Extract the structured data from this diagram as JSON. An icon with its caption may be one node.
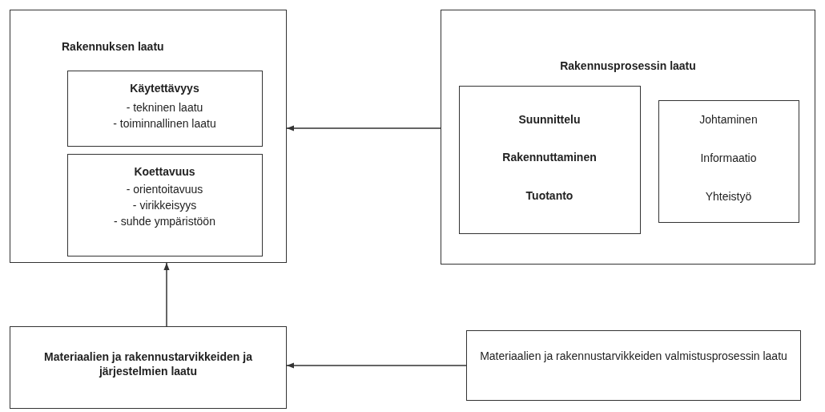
{
  "diagram": {
    "nodes": [
      {
        "text": [
          "Rakennuksen laatu"
        ]
      },
      {
        "text": [
          "Käytettävyys",
          "- tekninen laatu",
          "- toiminnallinen laatu"
        ],
        "in": 0
      },
      {
        "text": [
          "Koettavuus",
          "- orientoitavuus",
          "- virikkeisyys",
          "- suhde ympäristöön"
        ],
        "in": 0
      },
      {
        "text": [
          "Rakennusprosessin laatu"
        ]
      },
      {
        "text": [
          "Suunnittelu",
          "Rakennuttaminen",
          "Tuotanto"
        ],
        "in": 3
      },
      {
        "text": [
          "Johtaminen",
          "Informaatio",
          "Yhteistyö"
        ],
        "in": 3
      },
      {
        "text": [
          "Materiaalien ja rakennustarvikkeiden ja järjestelmien laatu"
        ]
      },
      {
        "text": [
          "Materiaalien ja rakennustarvikkeiden valmistusprosessin laatu"
        ]
      }
    ],
    "edges": [
      {
        "from": 3,
        "to": 0,
        "arrow": "to"
      },
      {
        "from": 6,
        "to": 0,
        "arrow": "to"
      },
      {
        "from": 7,
        "to": 6,
        "arrow": "to"
      }
    ]
  }
}
